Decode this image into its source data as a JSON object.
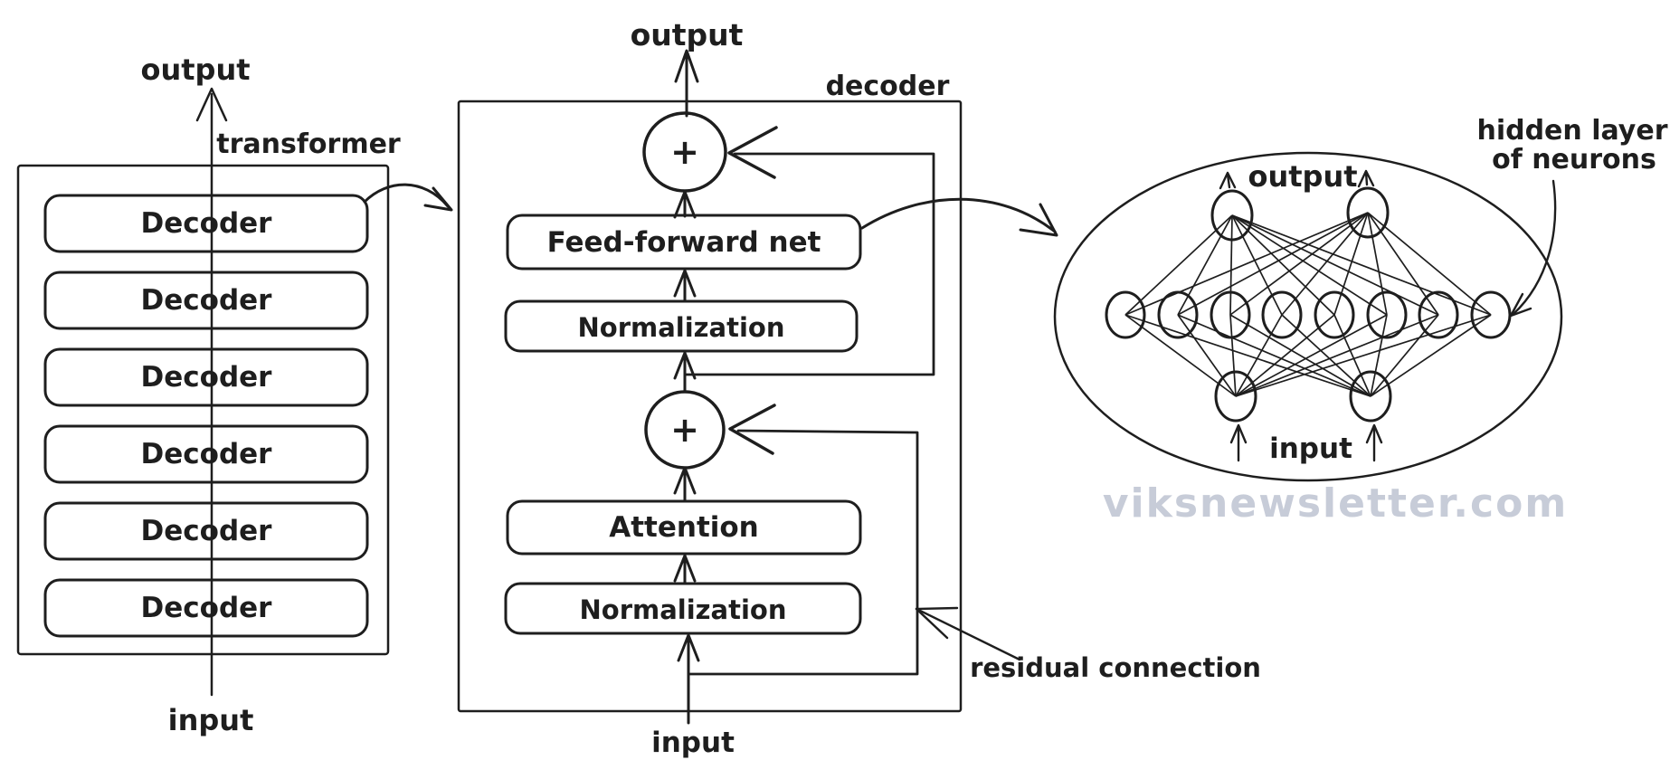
{
  "palette": {
    "stroke": "#1e1e1e",
    "pink": "#f9c9cb",
    "blue": "#a3d7f7",
    "yellow": "#fbe38b",
    "green": "#aaebb7",
    "purple": "#efc7f3",
    "cyan": "#97e3ee",
    "orange": "#f9d6a6",
    "watermark_color": "#c7ccd8"
  },
  "left_panel": {
    "title": "transformer",
    "output_label": "output",
    "input_label": "input",
    "blocks": [
      {
        "label": "Decoder"
      },
      {
        "label": "Decoder"
      },
      {
        "label": "Decoder"
      },
      {
        "label": "Decoder"
      },
      {
        "label": "Decoder"
      },
      {
        "label": "Decoder"
      }
    ]
  },
  "middle_panel": {
    "title": "decoder",
    "output_label": "output",
    "input_label": "input",
    "plus_top": "+",
    "plus_bottom": "+",
    "feed_forward_label": "Feed-forward net",
    "normalization_upper_label": "Normalization",
    "attention_label": "Attention",
    "normalization_lower_label": "Normalization",
    "residual_label": "residual connection"
  },
  "right_panel": {
    "output_label": "output",
    "input_label": "input",
    "annotation_line1": "hidden layer",
    "annotation_line2": "of neurons",
    "output_nodes": 2,
    "hidden_nodes": 8,
    "input_nodes": 2
  },
  "watermark": "viksnewsletter.com"
}
